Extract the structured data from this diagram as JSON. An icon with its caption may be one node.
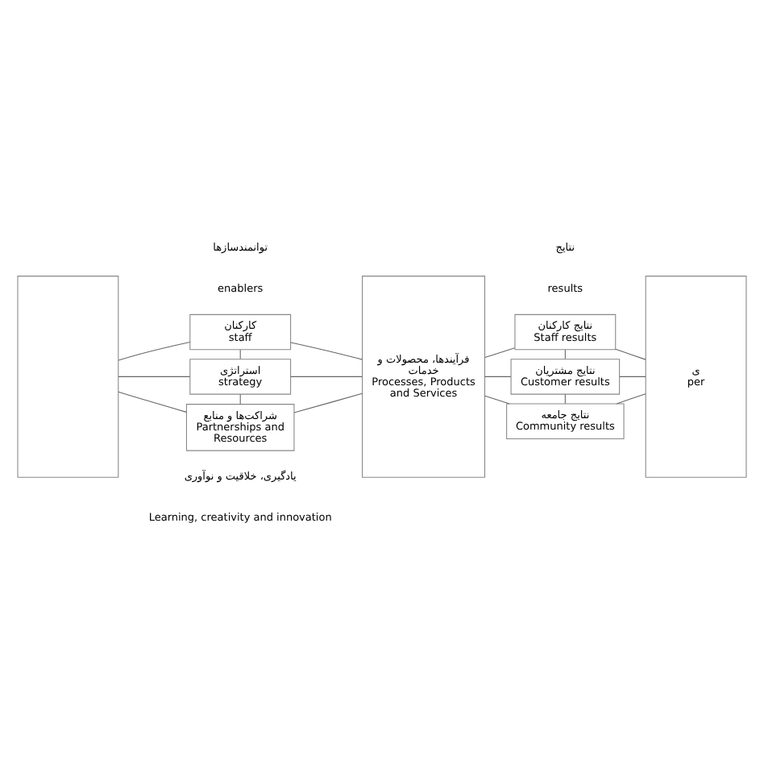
{
  "diagram": {
    "nodes": [
      {
        "text": [],
        "shape": "box"
      },
      {
        "text": [
          "کارکنان",
          "staff"
        ]
      },
      {
        "text": [
          "استراتژی",
          "strategy"
        ]
      },
      {
        "text": [
          "شراکت‌ها و منابع",
          "Partnerships and Resources"
        ]
      },
      {
        "text": [
          "فرآیندها، محصولات و خدمات",
          "Processes, Products and Services"
        ]
      },
      {
        "text": [
          "نتایج کارکنان",
          "Staff results"
        ]
      },
      {
        "text": [
          "نتایج مشتریان",
          "Customer results"
        ]
      },
      {
        "text": [
          "نتایج جامعه",
          "Community results"
        ]
      },
      {
        "text": [
          "ی",
          "per"
        ]
      }
    ],
    "edges": [
      {
        "from": 0,
        "to": 1,
        "arrow": "none"
      },
      {
        "from": 0,
        "to": 2,
        "arrow": "none"
      },
      {
        "from": 0,
        "to": 3,
        "arrow": "none"
      },
      {
        "from": 1,
        "to": 2,
        "arrow": "none"
      },
      {
        "from": 2,
        "to": 3,
        "arrow": "none"
      },
      {
        "from": 1,
        "to": 4,
        "arrow": "none"
      },
      {
        "from": 2,
        "to": 4,
        "arrow": "none"
      },
      {
        "from": 3,
        "to": 4,
        "arrow": "none"
      },
      {
        "from": 4,
        "to": 5,
        "arrow": "none"
      },
      {
        "from": 4,
        "to": 6,
        "arrow": "none"
      },
      {
        "from": 4,
        "to": 7,
        "arrow": "none"
      },
      {
        "from": 5,
        "to": 6,
        "arrow": "none"
      },
      {
        "from": 6,
        "to": 7,
        "arrow": "none"
      },
      {
        "from": 5,
        "to": 8,
        "arrow": "none"
      },
      {
        "from": 6,
        "to": 8,
        "arrow": "none"
      },
      {
        "from": 7,
        "to": 8,
        "arrow": "none"
      }
    ],
    "labels": [
      "توانمندسازها",
      "enablers",
      "نتایج",
      "results",
      "یادگیری، خلاقیت و نوآوری",
      "Learning, creativity and innovation"
    ]
  }
}
